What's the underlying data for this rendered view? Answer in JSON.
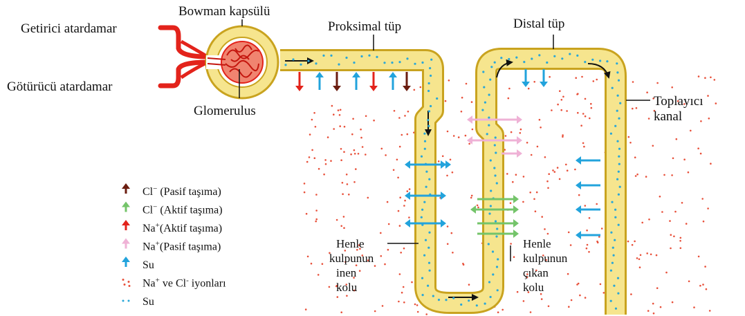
{
  "labels": {
    "bowman": "Bowman kapsülü",
    "proximal": "Proksimal tüp",
    "distal": "Distal tüp",
    "afferent": "Getirici atardamar",
    "efferent": "Götürücü atardamar",
    "glomerulus": "Glomerulus",
    "collecting_1": "Toplayıcı",
    "collecting_2": "kanal",
    "desc_1": "Henle",
    "desc_2": "kulpunun",
    "desc_3": "inen",
    "desc_4": "kolu",
    "asc_1": "Henle",
    "asc_2": "kulpunun",
    "asc_3": "çıkan",
    "asc_4": "kolu"
  },
  "legend": [
    {
      "name": "cl-passive",
      "icon": "arrow-up",
      "color": "#6b1d10",
      "pre": "Cl",
      "sup": "−",
      "post": " (Pasif taşıma)"
    },
    {
      "name": "cl-active",
      "icon": "arrow-up",
      "color": "#74c46a",
      "pre": "Cl",
      "sup": "−",
      "post": " (Aktif taşıma)"
    },
    {
      "name": "na-active",
      "icon": "arrow-up",
      "color": "#e3231b",
      "pre": "Na",
      "sup": "+",
      "post": "(Aktif taşıma)"
    },
    {
      "name": "na-passive",
      "icon": "arrow-up",
      "color": "#efb2d6",
      "pre": "Na",
      "sup": "+",
      "post": "(Pasif taşıma)"
    },
    {
      "name": "water-arrow",
      "icon": "arrow-up",
      "color": "#22a3dc",
      "pre": "Su",
      "sup": "",
      "post": ""
    },
    {
      "name": "ion-dots",
      "icon": "red-dots",
      "color": "#e8503a",
      "pre": "Na",
      "sup": "+",
      "post": " ve Cl",
      "sup2": "-",
      "post2": " iyonları"
    },
    {
      "name": "water-dots",
      "icon": "blue-dots",
      "color": "#2aa7d8",
      "pre": "Su",
      "sup": "",
      "post": ""
    }
  ],
  "colors": {
    "tubule_fill": "#f6e58e",
    "tubule_edge": "#c9a31f",
    "blood": "#e3231b",
    "water": "#22a3dc",
    "cl_passive": "#6b1d10",
    "cl_active": "#74c46a",
    "na_passive": "#efb2d6"
  }
}
